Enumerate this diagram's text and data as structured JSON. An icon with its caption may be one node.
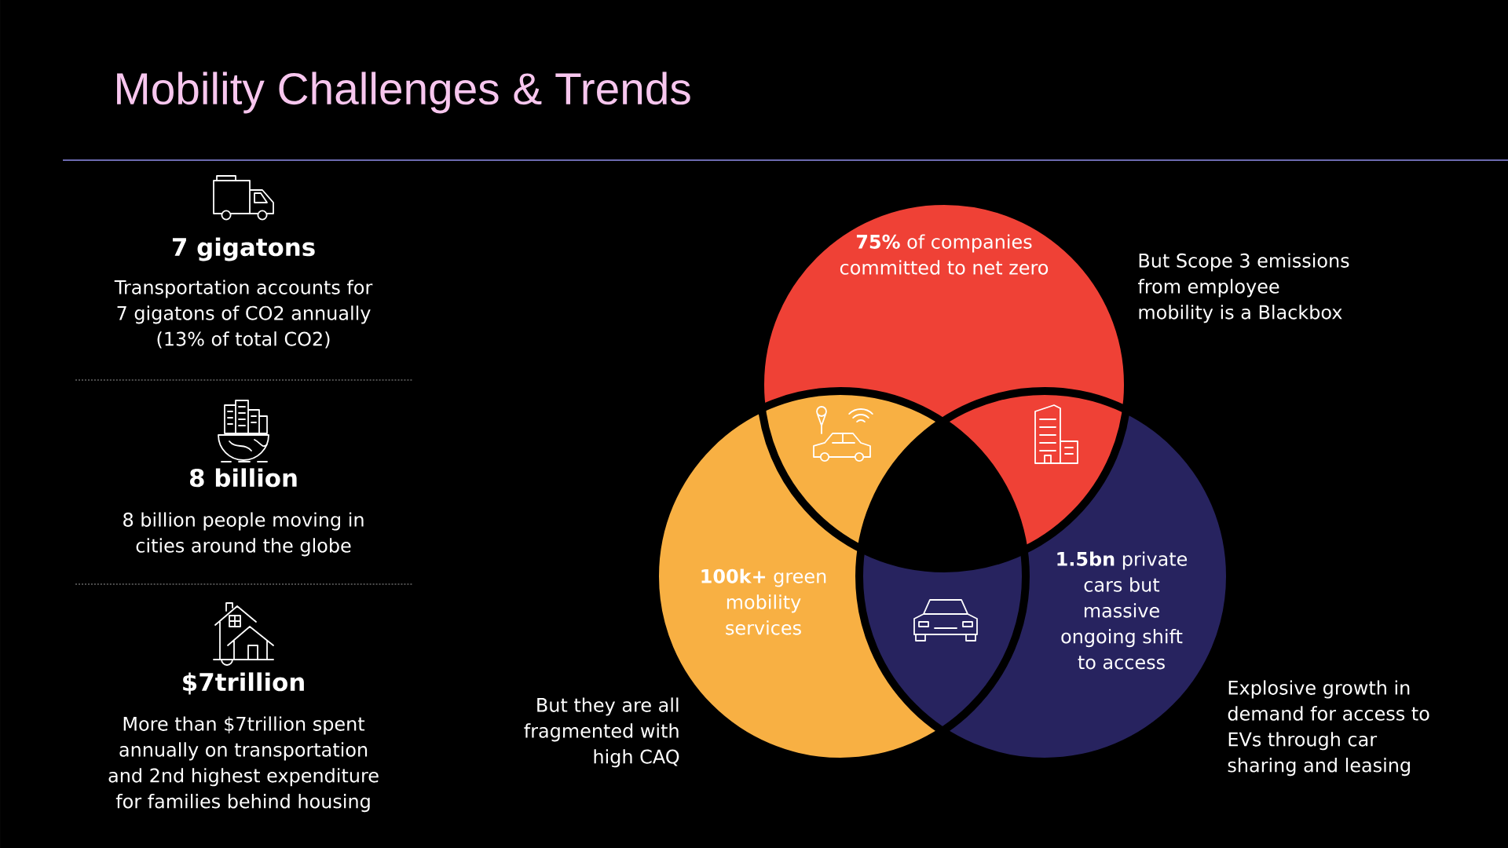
{
  "diagram": {
    "title": "Mobility Challenges & Trends",
    "nodes": [
      {
        "text": [
          "**75%** of companies committed to net zero"
        ],
        "beside": [
          "But Scope 3 emissions from employee mobility is a Blackbox"
        ]
      },
      {
        "text": [
          "**100k+** green mobility services"
        ],
        "beside": [
          "But they are all fragmented with high CAQ"
        ]
      },
      {
        "text": [
          "**1.5bn** private cars but massive ongoing shift to access"
        ],
        "beside": [
          "Explosive growth in demand for access to EVs through car sharing and leasing"
        ]
      }
    ],
    "labels": [
      "7 gigatons",
      "Transportation accounts for 7 gigatons of CO2 annually (13% of total CO2)",
      "8 billion",
      "8 billion people moving in cities around the globe",
      "$7trillion",
      "More than $7trillion spent annually on transportation and 2nd highest expenditure for families behind housing"
    ]
  }
}
